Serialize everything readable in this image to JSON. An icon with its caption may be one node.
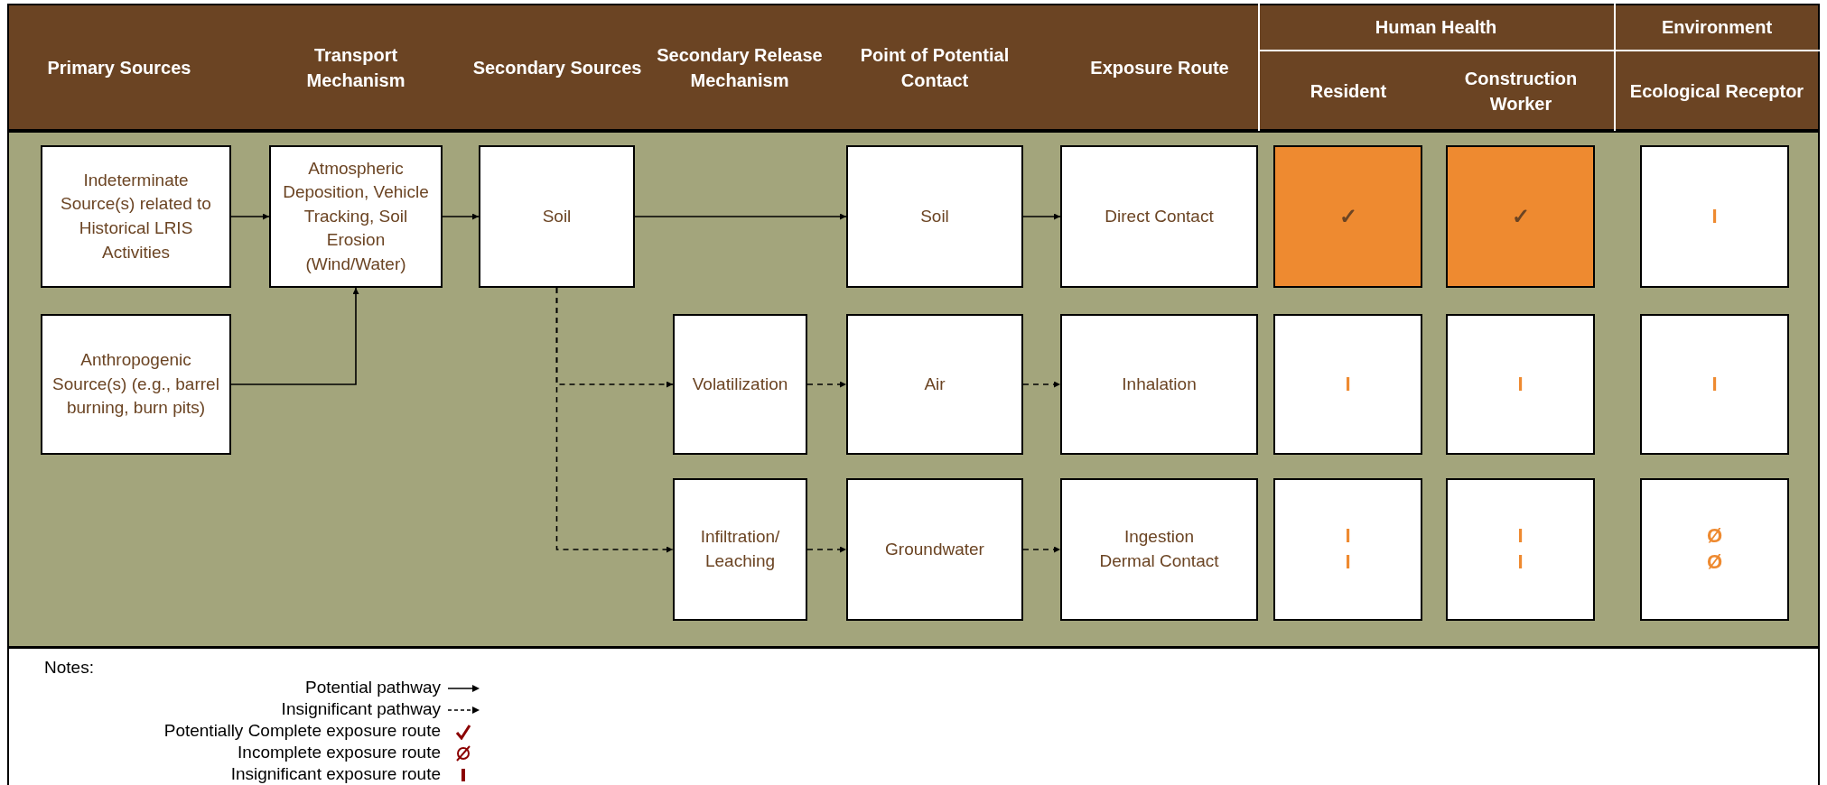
{
  "diagram": {
    "nodes": [
      {
        "text": [
          "Indeterminate Source(s) related to Historical LRIS Activities"
        ]
      },
      {
        "text": [
          "Atmospheric Deposition, Vehicle Tracking, Soil Erosion (Wind/Water)"
        ]
      },
      {
        "text": [
          "Soil"
        ]
      },
      {
        "text": [
          "Soil"
        ]
      },
      {
        "text": [
          "Direct Contact"
        ]
      },
      {
        "text": [
          "✓"
        ]
      },
      {
        "text": [
          "✓"
        ]
      },
      {
        "text": [
          "I"
        ]
      },
      {
        "text": [
          "Anthropogenic Source(s) (e.g., barrel burning, burn pits)"
        ]
      },
      {
        "text": [
          "Volatilization"
        ]
      },
      {
        "text": [
          "Air"
        ]
      },
      {
        "text": [
          "Inhalation"
        ]
      },
      {
        "text": [
          "I"
        ]
      },
      {
        "text": [
          "I"
        ]
      },
      {
        "text": [
          "I"
        ]
      },
      {
        "text": [
          "Infiltration/ Leaching"
        ]
      },
      {
        "text": [
          "Groundwater"
        ]
      },
      {
        "text": [
          "Ingestion",
          "Dermal Contact"
        ]
      },
      {
        "text": [
          "I",
          "I"
        ]
      },
      {
        "text": [
          "I",
          "I"
        ]
      },
      {
        "text": [
          "Ø",
          "Ø"
        ]
      }
    ],
    "edges": [
      {
        "from": 0,
        "to": 1,
        "arrow": "to"
      },
      {
        "from": 8,
        "to": 1,
        "arrow": "to"
      },
      {
        "from": 1,
        "to": 2,
        "arrow": "to"
      },
      {
        "from": 2,
        "to": 3,
        "arrow": "to"
      },
      {
        "from": 3,
        "to": 4,
        "arrow": "to"
      },
      {
        "from": 2,
        "to": 9,
        "arrow": "to",
        "style": "dashed"
      },
      {
        "from": 2,
        "to": 15,
        "arrow": "to",
        "style": "dashed"
      },
      {
        "from": 9,
        "to": 10,
        "arrow": "to",
        "style": "dashed"
      },
      {
        "from": 10,
        "to": 11,
        "arrow": "to",
        "style": "dashed"
      },
      {
        "from": 15,
        "to": 16,
        "arrow": "to",
        "style": "dashed"
      },
      {
        "from": 16,
        "to": 17,
        "arrow": "to",
        "style": "dashed"
      }
    ],
    "labels": [
      "Primary Sources",
      "Transport Mechanism",
      "Secondary Sources",
      "Secondary Release Mechanism",
      "Point of Potential Contact",
      "Exposure Route",
      "Human Health",
      "Environment",
      "Resident",
      "Construction Worker",
      "Ecological Receptor",
      "Notes:"
    ],
    "legend": [
      {
        "text": "Potential pathway"
      },
      {
        "text": "Insignificant pathway"
      },
      {
        "text": "Potentially Complete exposure route"
      },
      {
        "text": "Incomplete exposure route"
      },
      {
        "text": "Insignificant exposure route"
      }
    ]
  }
}
